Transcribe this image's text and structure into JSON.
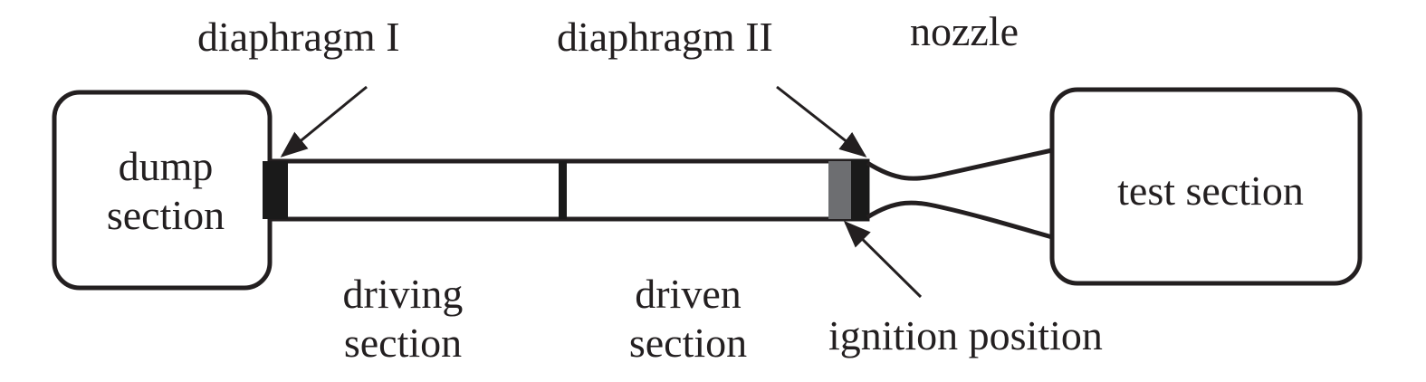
{
  "diagram": {
    "labels": {
      "diaphragm_1": "diaphragm I",
      "diaphragm_2": "diaphragm II",
      "nozzle": "nozzle",
      "dump_section_line1": "dump",
      "dump_section_line2": "section",
      "test_section": "test section",
      "driving_section_line1": "driving",
      "driving_section_line2": "section",
      "driven_section_line1": "driven",
      "driven_section_line2": "section",
      "ignition_position": "ignition position"
    },
    "colors": {
      "stroke": "#231f20",
      "diaphragm_fill": "#1a1a1a",
      "ignition_fill": "#6d6e71",
      "background": "#ffffff"
    }
  }
}
